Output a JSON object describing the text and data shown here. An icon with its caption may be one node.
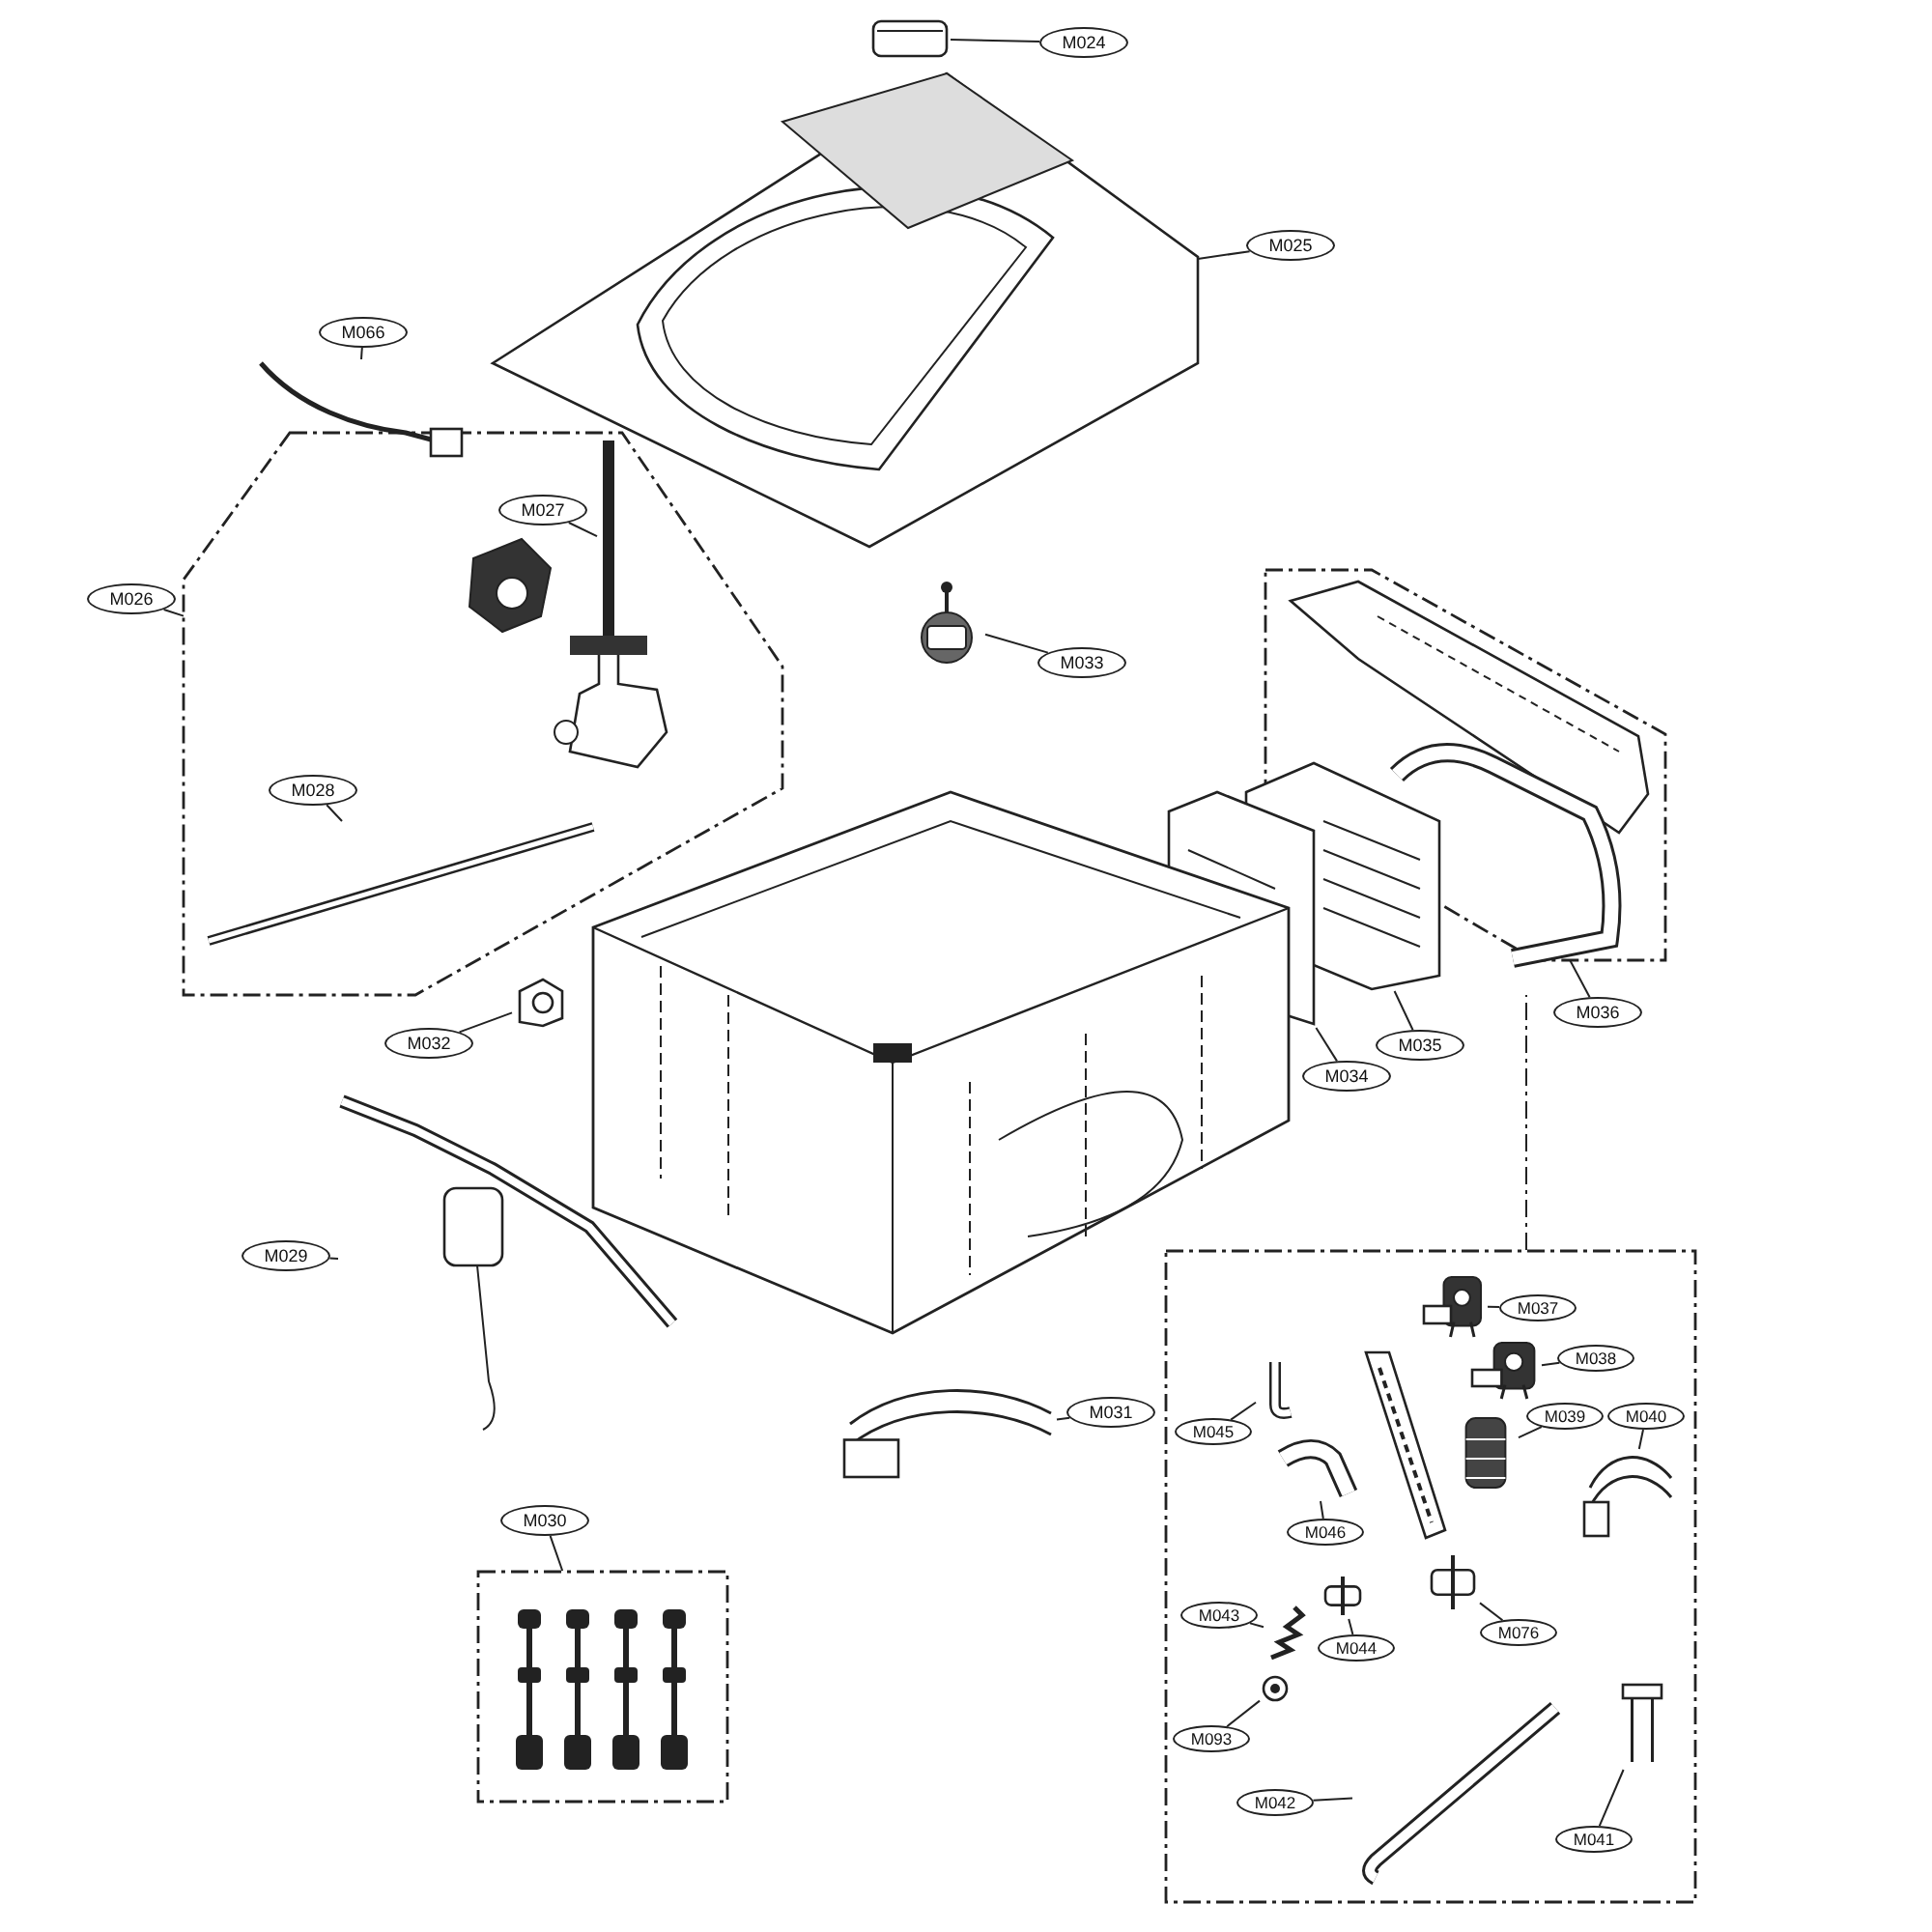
{
  "diagram": {
    "nodes": [
      {
        "text": [
          "M024"
        ]
      },
      {
        "text": [],
        "shape": "picture"
      },
      {
        "text": [
          "M025"
        ]
      },
      {
        "text": [],
        "shape": "picture"
      },
      {
        "text": [
          "M066"
        ]
      },
      {
        "text": [],
        "shape": "picture"
      },
      {
        "text": [
          "M026"
        ]
      },
      {
        "text": [],
        "shape": "box"
      },
      {
        "text": [
          "M027"
        ],
        "in": 7
      },
      {
        "text": [],
        "shape": "bar",
        "in": 7
      },
      {
        "text": [
          "M028"
        ],
        "in": 7
      },
      {
        "text": [],
        "shape": "picture",
        "in": 7
      },
      {
        "text": [
          "M033"
        ]
      },
      {
        "text": [],
        "shape": "picture"
      },
      {
        "text": [
          "M032"
        ]
      },
      {
        "text": [],
        "shape": "picture"
      },
      {
        "text": [
          "M036"
        ]
      },
      {
        "text": [],
        "shape": "box"
      },
      {
        "text": [
          "M035"
        ]
      },
      {
        "text": [],
        "shape": "picture"
      },
      {
        "text": [
          "M034"
        ]
      },
      {
        "text": [],
        "shape": "picture"
      },
      {
        "text": [
          "M029"
        ]
      },
      {
        "text": [],
        "shape": "picture"
      },
      {
        "text": [
          "M031"
        ]
      },
      {
        "text": [],
        "shape": "picture"
      },
      {
        "text": [
          "M030"
        ]
      },
      {
        "text": [],
        "shape": "box"
      },
      {
        "text": [],
        "shape": "box"
      },
      {
        "text": [
          "M037"
        ],
        "in": 28
      },
      {
        "text": [],
        "shape": "picture",
        "in": 28
      },
      {
        "text": [
          "M038"
        ],
        "in": 28
      },
      {
        "text": [],
        "shape": "picture",
        "in": 28
      },
      {
        "text": [
          "M039"
        ],
        "in": 28
      },
      {
        "text": [],
        "shape": "picture",
        "in": 28
      },
      {
        "text": [
          "M040"
        ],
        "in": 28
      },
      {
        "text": [],
        "shape": "picture",
        "in": 28
      },
      {
        "text": [
          "M045"
        ],
        "in": 28
      },
      {
        "text": [],
        "shape": "picture",
        "in": 28
      },
      {
        "text": [
          "M046"
        ],
        "in": 28
      },
      {
        "text": [],
        "shape": "picture",
        "in": 28
      },
      {
        "text": [
          "M043"
        ],
        "in": 28
      },
      {
        "text": [],
        "shape": "picture",
        "in": 28
      },
      {
        "text": [
          "M044"
        ],
        "in": 28
      },
      {
        "text": [],
        "shape": "picture",
        "in": 28
      },
      {
        "text": [
          "M076"
        ],
        "in": 28
      },
      {
        "text": [],
        "shape": "picture",
        "in": 28
      },
      {
        "text": [
          "M093"
        ],
        "in": 28
      },
      {
        "text": [],
        "shape": "picture",
        "in": 28
      },
      {
        "text": [
          "M042"
        ],
        "in": 28
      },
      {
        "text": [],
        "shape": "picture",
        "in": 28
      },
      {
        "text": [
          "M041"
        ],
        "in": 28
      },
      {
        "text": [],
        "shape": "picture",
        "in": 28
      }
    ],
    "edges": [
      {
        "from": 0,
        "to": 1,
        "arrow": "none"
      },
      {
        "from": 2,
        "to": 3,
        "arrow": "none"
      },
      {
        "from": 4,
        "to": 5,
        "arrow": "none"
      },
      {
        "from": 6,
        "to": 7,
        "arrow": "none"
      },
      {
        "from": 8,
        "to": 9,
        "arrow": "none"
      },
      {
        "from": 10,
        "to": 11,
        "arrow": "none"
      },
      {
        "from": 12,
        "to": 13,
        "arrow": "none"
      },
      {
        "from": 14,
        "to": 15,
        "arrow": "none"
      },
      {
        "from": 16,
        "to": 17,
        "arrow": "none"
      },
      {
        "from": 18,
        "to": 19,
        "arrow": "none"
      },
      {
        "from": 20,
        "to": 21,
        "arrow": "none"
      },
      {
        "from": 22,
        "to": 23,
        "arrow": "none"
      },
      {
        "from": 24,
        "to": 25,
        "arrow": "none"
      },
      {
        "from": 26,
        "to": 27,
        "arrow": "none"
      },
      {
        "from": 28,
        "to": null,
        "arrow": "none",
        "style": "dashed"
      },
      {
        "from": 29,
        "to": 30,
        "arrow": "none"
      },
      {
        "from": 31,
        "to": 32,
        "arrow": "none"
      },
      {
        "from": 33,
        "to": 34,
        "arrow": "none"
      },
      {
        "from": 35,
        "to": 36,
        "arrow": "none"
      },
      {
        "from": 37,
        "to": 38,
        "arrow": "none"
      },
      {
        "from": 39,
        "to": 40,
        "arrow": "none"
      },
      {
        "from": 41,
        "to": 42,
        "arrow": "none"
      },
      {
        "from": 43,
        "to": 44,
        "arrow": "none"
      },
      {
        "from": 45,
        "to": 46,
        "arrow": "none"
      },
      {
        "from": 47,
        "to": 48,
        "arrow": "none"
      },
      {
        "from": 49,
        "to": 50,
        "arrow": "none"
      },
      {
        "from": 51,
        "to": 52,
        "arrow": "none"
      }
    ]
  }
}
